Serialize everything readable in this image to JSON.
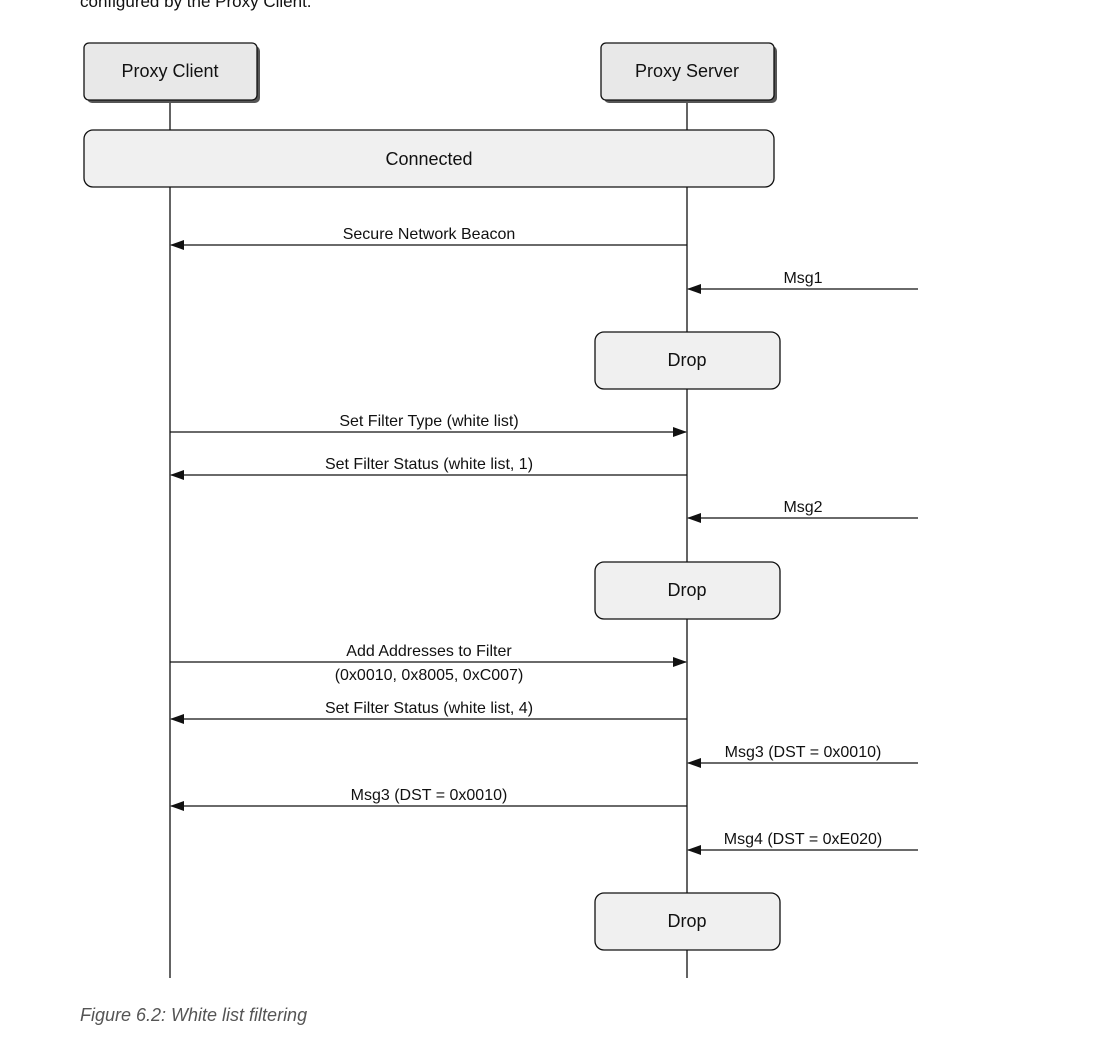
{
  "intro_text": "configured by the Proxy Client.",
  "participants": {
    "client": "Proxy Client",
    "server": "Proxy Server"
  },
  "states": {
    "connected": "Connected",
    "drop": "Drop"
  },
  "messages": [
    {
      "id": "secure-network-beacon",
      "lines": [
        "Secure Network Beacon"
      ]
    },
    {
      "id": "msg1",
      "lines": [
        "Msg1"
      ]
    },
    {
      "id": "set-filter-type",
      "lines": [
        "Set Filter Type (white list)"
      ]
    },
    {
      "id": "set-filter-status-1",
      "lines": [
        "Set Filter Status (white list, 1)"
      ]
    },
    {
      "id": "msg2",
      "lines": [
        "Msg2"
      ]
    },
    {
      "id": "add-addresses",
      "lines": [
        "Add Addresses to Filter",
        "(0x0010, 0x8005, 0xC007)"
      ]
    },
    {
      "id": "set-filter-status-4",
      "lines": [
        "Set Filter Status (white list, 4)"
      ]
    },
    {
      "id": "msg3-in",
      "lines": [
        "Msg3 (DST = 0x0010)"
      ]
    },
    {
      "id": "msg3-out",
      "lines": [
        "Msg3 (DST = 0x0010)"
      ]
    },
    {
      "id": "msg4-in",
      "lines": [
        "Msg4 (DST = 0xE020)"
      ]
    }
  ],
  "caption": "Figure 6.2: White list filtering"
}
